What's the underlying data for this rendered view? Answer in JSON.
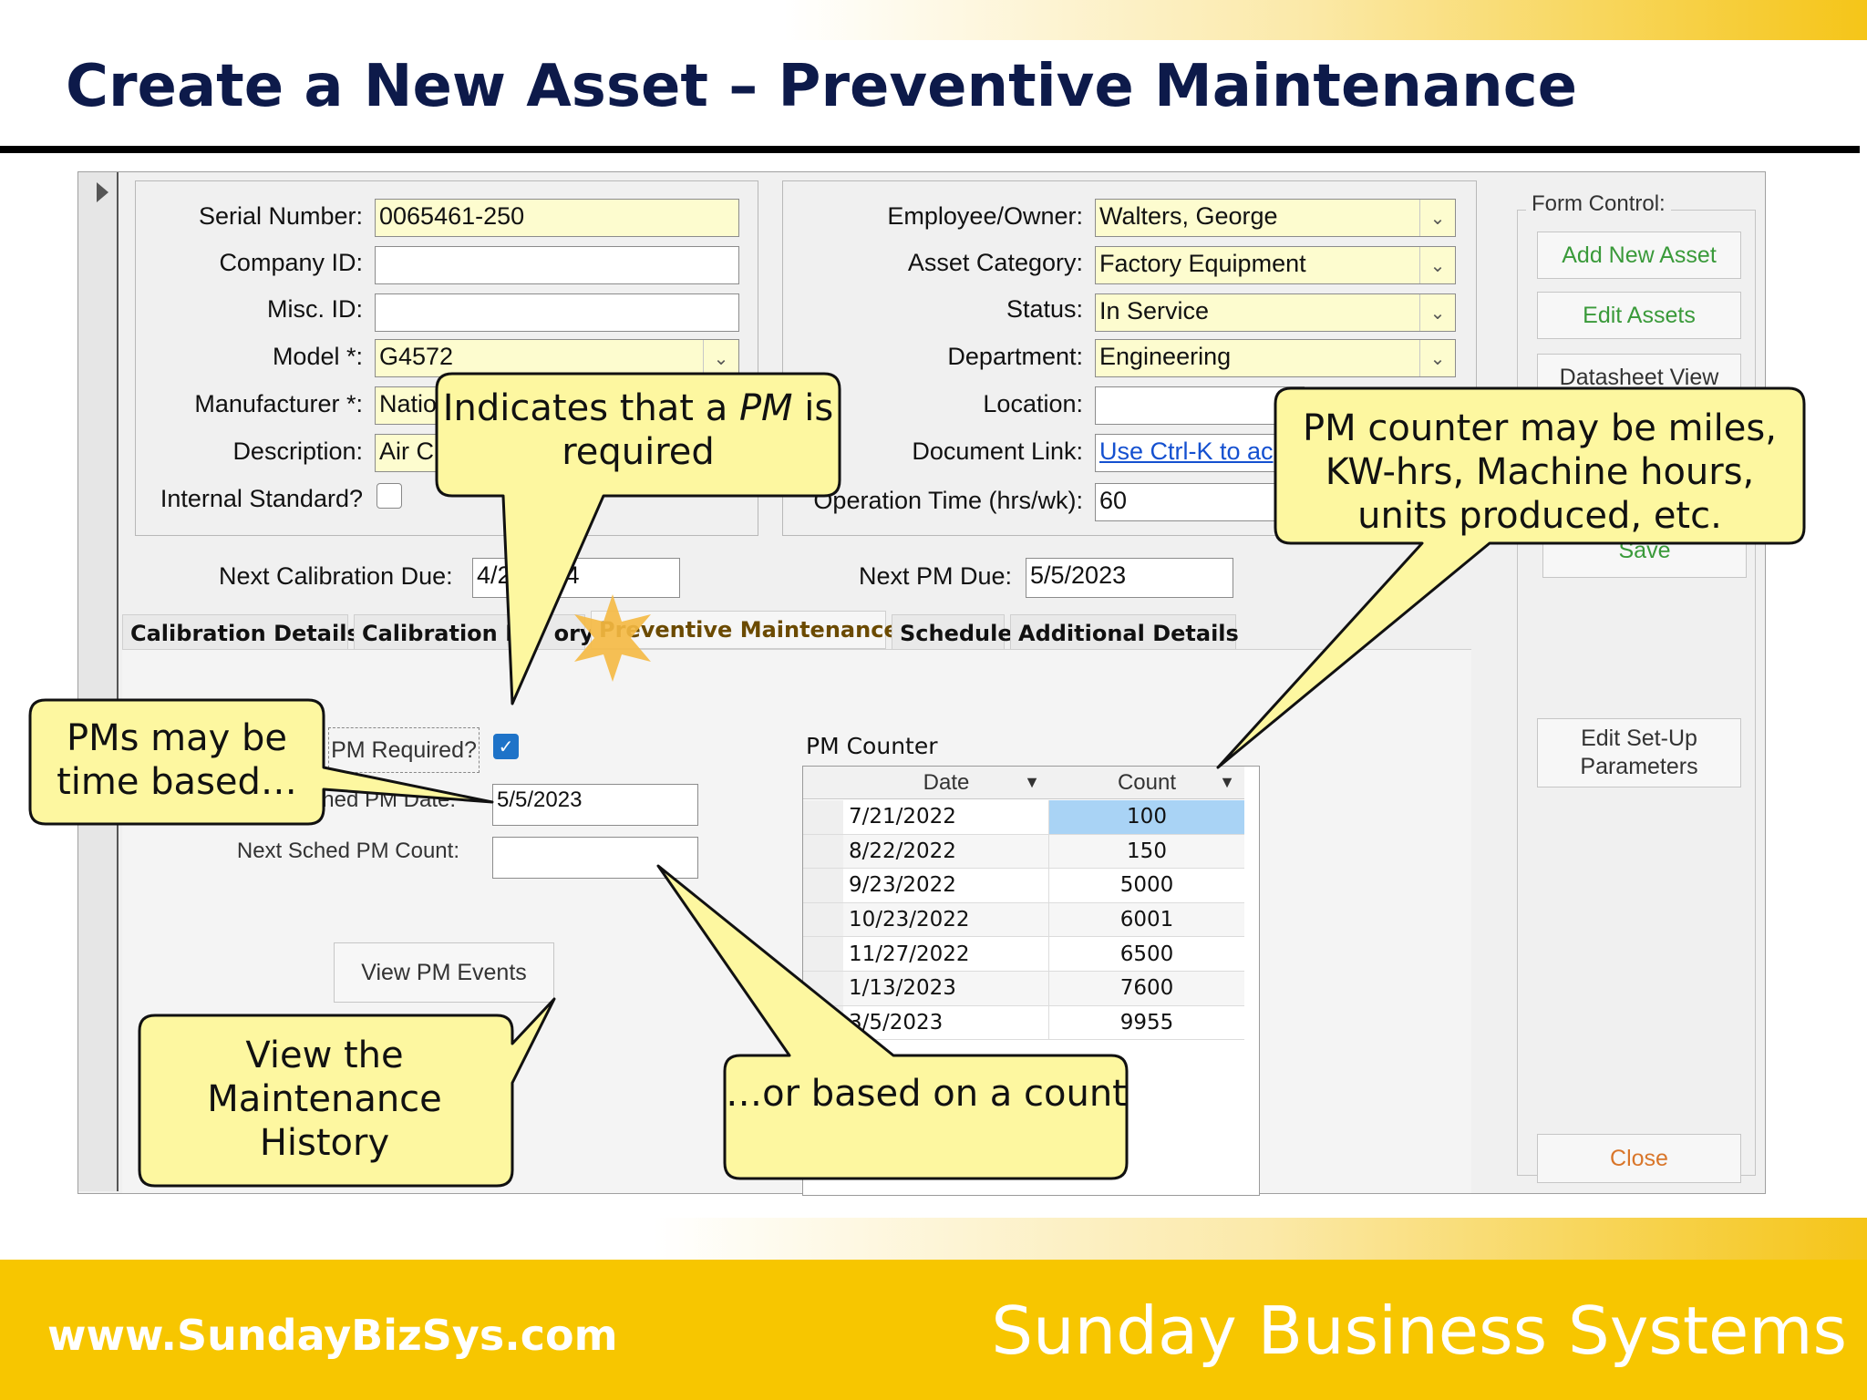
{
  "slide": {
    "title": "Create a New Asset – Preventive Maintenance",
    "url": "www.SundayBizSys.com",
    "brand": "Sunday Business Systems"
  },
  "form": {
    "left": {
      "serial_label": "Serial Number:",
      "serial_value": "0065461-250",
      "company_label": "Company ID:",
      "company_value": "",
      "misc_label": "Misc. ID:",
      "misc_value": "",
      "model_label": "Model *:",
      "model_value": "G4572",
      "manufacturer_label": "Manufacturer *:",
      "manufacturer_value": "Natio",
      "description_label": "Description:",
      "description_value": "Air C",
      "internal_label": "Internal Standard?"
    },
    "right": {
      "employee_label": "Employee/Owner:",
      "employee_value": "Walters, George",
      "category_label": "Asset Category:",
      "category_value": "Factory Equipment",
      "status_label": "Status:",
      "status_value": "In Service",
      "department_label": "Department:",
      "department_value": "Engineering",
      "location_label": "Location:",
      "location_value": "",
      "doclink_label": "Document Link:",
      "doclink_value": "Use Ctrl-K to ac",
      "optime_label": "Operation Time (hrs/wk):",
      "optime_value": "60"
    },
    "next_cal_label": "Next Calibration Due:",
    "next_cal_value": "4/2      24",
    "next_pm_label": "Next PM Due:",
    "next_pm_value": "5/5/2023"
  },
  "tabs": [
    "Calibration Details",
    "Calibration H    ory",
    "Preventive Maintenance",
    "Schedule",
    "Additional Details"
  ],
  "pm_tab": {
    "pm_required_label": "PM Required?",
    "pm_required_checked": true,
    "next_pm_date_label": "Next Sched PM Date:",
    "next_pm_date_value": "5/5/2023",
    "next_pm_count_label": "Next Sched PM Count:",
    "next_pm_count_value": "",
    "view_events_label": "View PM Events",
    "counter_title": "PM Counter",
    "counter_headers": [
      "Date",
      "Count"
    ],
    "counter_rows": [
      {
        "date": "7/21/2022",
        "count": "100"
      },
      {
        "date": "8/22/2022",
        "count": "150"
      },
      {
        "date": "9/23/2022",
        "count": "5000"
      },
      {
        "date": "10/23/2022",
        "count": "6001"
      },
      {
        "date": "11/27/2022",
        "count": "6500"
      },
      {
        "date": "1/13/2023",
        "count": "7600"
      },
      {
        "date": "3/5/2023",
        "count": "9955"
      }
    ]
  },
  "form_control": {
    "title": "Form Control:",
    "add_new_asset": "Add New Asset",
    "edit_assets": "Edit Assets",
    "datasheet_view": "Datasheet View",
    "save": "Save",
    "edit_setup": "Edit Set-Up Parameters",
    "close": "Close"
  },
  "callouts": {
    "pm_required": "Indicates that a PM is required",
    "pm_required_italic_word": "PM",
    "time_based": "PMs may be time based…",
    "counter": "PM counter may be miles, KW-hrs, Machine hours, units produced, etc.",
    "history": "View the Maintenance History",
    "count_based": "…or based on a count"
  },
  "colors": {
    "title": "#0d1a4a",
    "footer": "#f7c600",
    "callout_fill": "#fdf7a0",
    "selected_cell": "#a9d3f5"
  }
}
